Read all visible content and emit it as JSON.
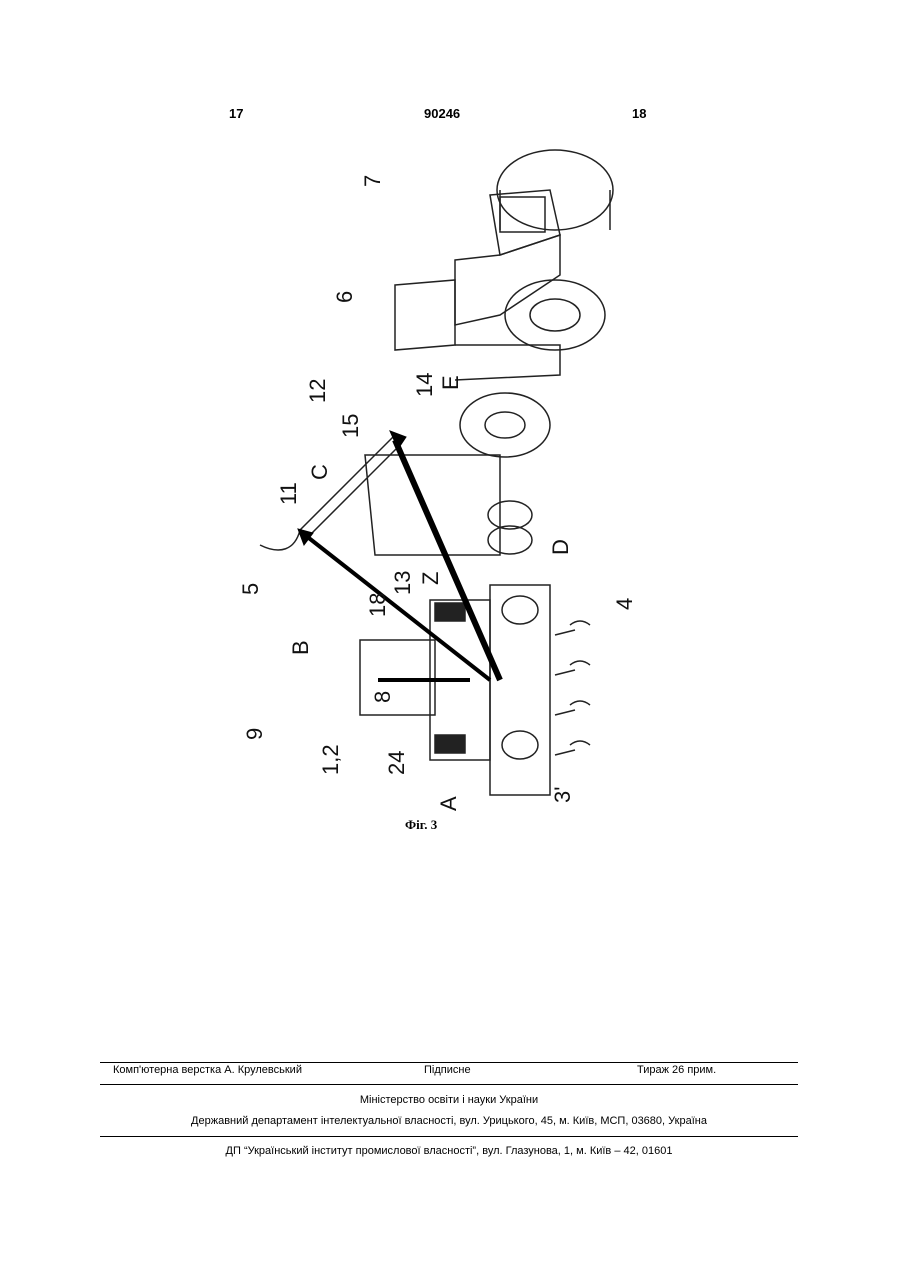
{
  "header": {
    "page_left": "17",
    "patent_number": "90246",
    "page_right": "18"
  },
  "figure": {
    "caption": "Фіг. 3",
    "labels": {
      "l7": "7",
      "l6": "6",
      "l12": "12",
      "l14": "14",
      "lE": "E",
      "l15": "15",
      "lC": "C",
      "l11": "11",
      "l5": "5",
      "l18": "18",
      "l13": "13",
      "lZ": "Z",
      "lD": "D",
      "l4": "4",
      "lB": "B",
      "l8": "8",
      "l9": "9",
      "l12b": "1,2",
      "l24": "24",
      "lA": "A",
      "l3": "3'"
    }
  },
  "footer": {
    "typesetting": "Комп'ютерна верстка А. Крулевський",
    "signed": "Підписне",
    "circulation": "Тираж 26 прим.",
    "ministry": "Міністерство освіти і науки України",
    "department": "Державний департамент інтелектуальної власності, вул. Урицького, 45, м. Київ, МСП, 03680, Україна",
    "institute": "ДП “Український інститут промислової власності”, вул. Глазунова, 1, м. Київ – 42, 01601"
  }
}
